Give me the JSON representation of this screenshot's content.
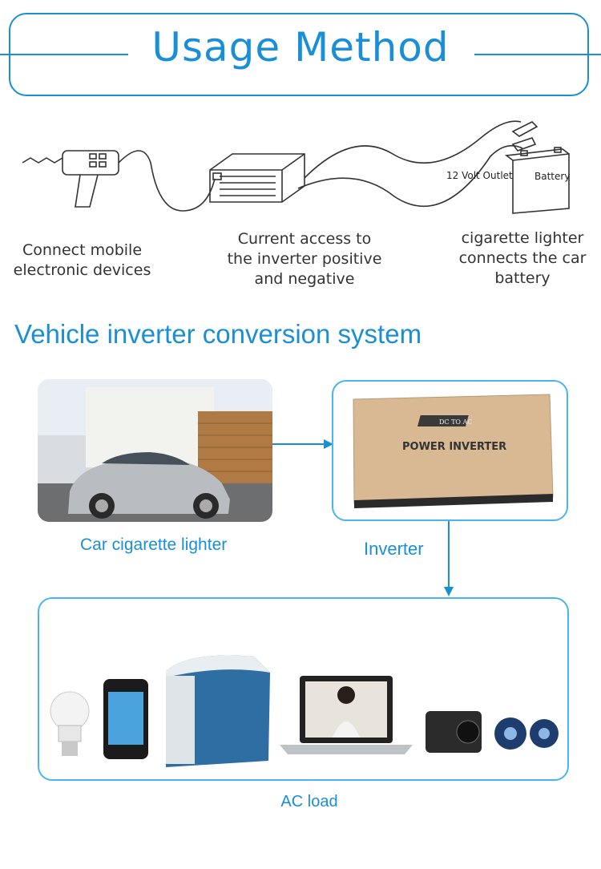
{
  "header": {
    "title": "Usage Method"
  },
  "usage_steps": [
    {
      "label": "Connect mobile\nelectronic devices",
      "line1": "Connect mobile",
      "line2": "electronic devices"
    },
    {
      "line1": "Current access to",
      "line2": "the inverter positive",
      "line3": "and negative"
    },
    {
      "line1": "cigarette lighter",
      "line2": "connects the car",
      "line3": "battery"
    }
  ],
  "sketch_labels": {
    "outlet": "12 Volt Outlet",
    "battery": "Battery"
  },
  "section": {
    "title": "Vehicle inverter conversion system"
  },
  "flow": {
    "source_label": "Car cigarette lighter",
    "inverter_label": "Inverter",
    "load_label": "AC load",
    "box_text_small": "DC TO AC",
    "box_text": "POWER INVERTER"
  },
  "colors": {
    "accent": "#1a8fd6",
    "panel_border": "#49b4ef"
  }
}
